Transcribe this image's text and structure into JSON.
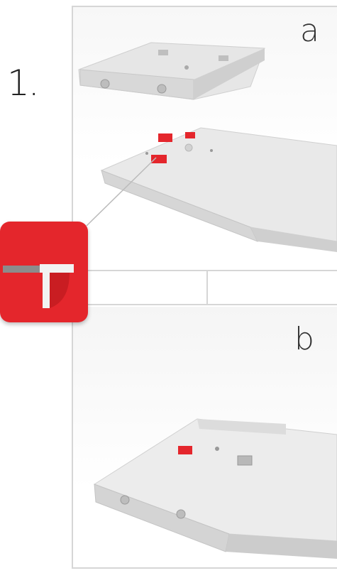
{
  "step": {
    "number": "1."
  },
  "panels": {
    "a": {
      "letter": "a"
    },
    "b": {
      "letter": "b"
    }
  },
  "badge": {
    "icon": "t-profile-icon",
    "color": "#e4262c"
  },
  "colors": {
    "accent": "#e4262c",
    "frame": "#d6d6d6",
    "part": "#d9d9d9"
  }
}
